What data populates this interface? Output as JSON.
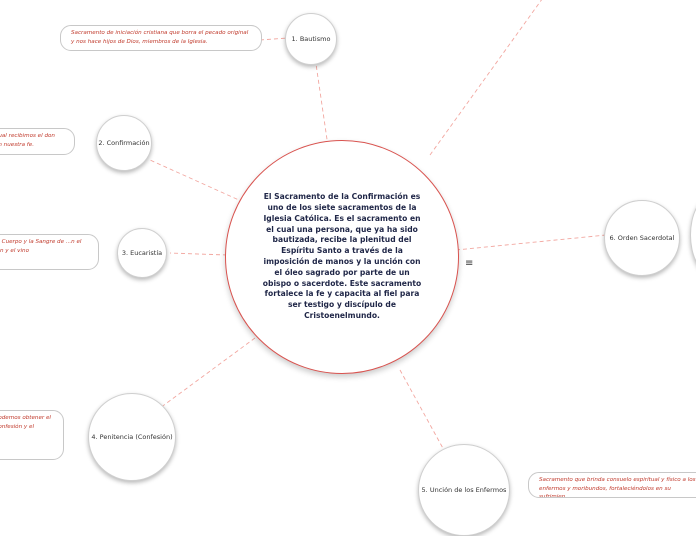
{
  "central": {
    "text": "El Sacramento de la Confirmación es uno de los siete sacramentos de la Iglesia Católica. Es el sacramento en el cual una persona, que ya ha sido bautizada, recibe la plenitud del Espíritu Santo a través de la imposición de manos y la unción con el óleo sagrado por parte de un obispo o sacerdote. Este sacramento fortalece la fe y capacita al fiel para ser testigo y discípulo de Cristoenelmundo."
  },
  "nodes": [
    {
      "id": "bautismo",
      "label": "1. Bautismo"
    },
    {
      "id": "confirmacion",
      "label": "2. Confirmación"
    },
    {
      "id": "eucaristia",
      "label": "3. Eucaristía"
    },
    {
      "id": "penitencia",
      "label": "4. Penitencia (Confesión)"
    },
    {
      "id": "uncion",
      "label": "5. Unción de los Enfermos"
    },
    {
      "id": "orden",
      "label": "6. Orden Sacerdotal"
    }
  ],
  "notes": {
    "bautismo": "Sacramento de iniciación cristiana que borra el pecado original y nos hace hijos de Dios, miembros de la Iglesia.",
    "confirmacion": "...ual recibimos el don ...n nuestra fe.",
    "eucaristia": "...l Cuerpo y la Sangre de ...n el pan y el vino",
    "penitencia": "...odemos obtener el ...onfesión y el",
    "uncion": "Sacramento que brinda consuelo espiritual y físico a los enfermos y moribundos, fortaleciéndolos en su sufrimien..."
  },
  "menu_icon": "≡",
  "colors": {
    "connector": "#f2a7a0",
    "central_border": "#d9534f",
    "note_text": "#c0392b"
  }
}
